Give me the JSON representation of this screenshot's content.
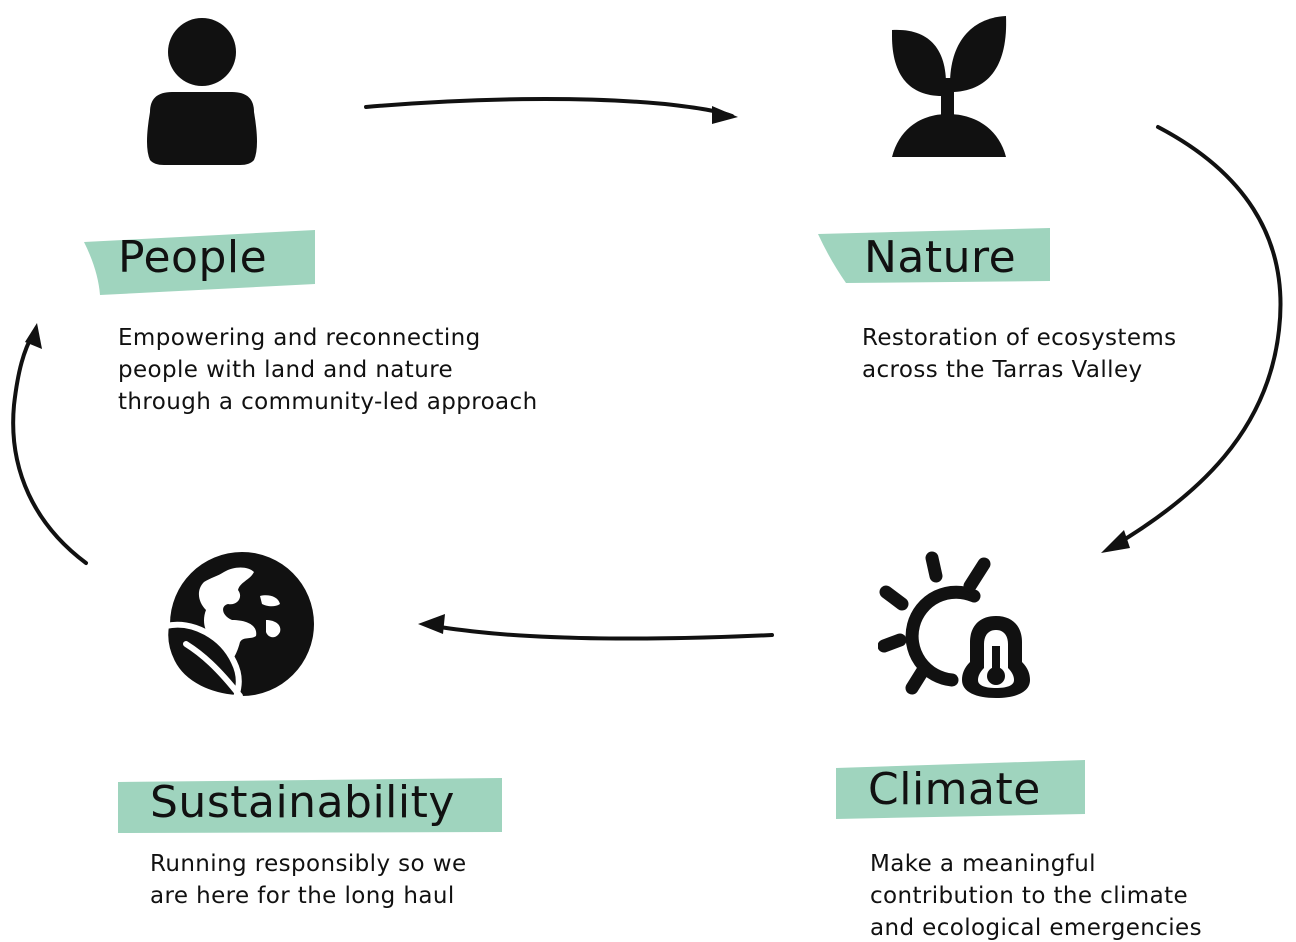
{
  "colors": {
    "highlight": "#9fd4be",
    "ink": "#111111",
    "background": "#ffffff"
  },
  "nodes": [
    {
      "id": "people",
      "icon": "person-icon",
      "title": "People",
      "description": [
        "Empowering and reconnecting",
        "people with land and nature",
        "through a community-led approach"
      ]
    },
    {
      "id": "nature",
      "icon": "sprout-icon",
      "title": "Nature",
      "description": [
        "Restoration of ecosystems",
        "across the Tarras Valley"
      ]
    },
    {
      "id": "climate",
      "icon": "sun-thermometer-icon",
      "title": "Climate",
      "description": [
        "Make a meaningful",
        "contribution to the climate",
        "and ecological emergencies"
      ]
    },
    {
      "id": "sustainability",
      "icon": "globe-leaf-icon",
      "title": "Sustainability",
      "description": [
        "Running responsibly so we",
        "are here for the long haul"
      ]
    }
  ],
  "cycle": [
    "people",
    "nature",
    "climate",
    "sustainability",
    "people"
  ]
}
